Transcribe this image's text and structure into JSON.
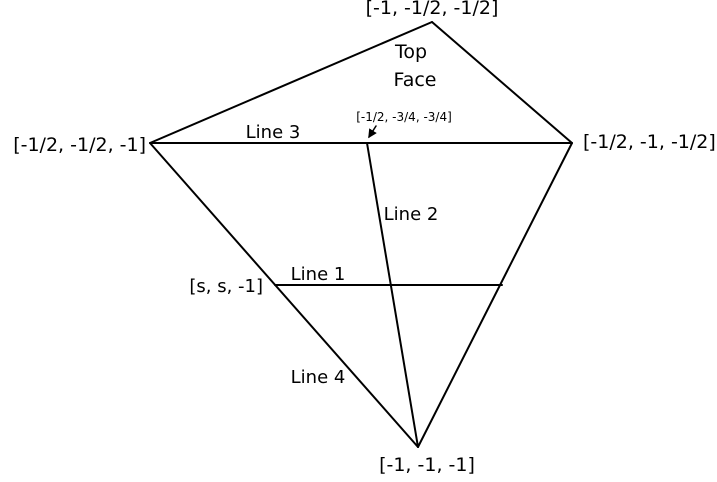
{
  "vertices": {
    "top": "[-1, -1/2, -1/2]",
    "left": "[-1/2, -1/2, -1]",
    "right": "[-1/2, -1, -1/2]",
    "bottom": "[-1, -1, -1]"
  },
  "face_label": {
    "line1": "Top",
    "line2": "Face"
  },
  "point_labels": {
    "line3_point": "[-1/2, -3/4, -3/4]",
    "line1_point": "[s, s, -1]"
  },
  "line_labels": {
    "line1": "Line 1",
    "line2": "Line 2",
    "line3": "Line 3",
    "line4": "Line 4"
  },
  "colors": {
    "stroke": "#000000",
    "background": "#ffffff"
  }
}
